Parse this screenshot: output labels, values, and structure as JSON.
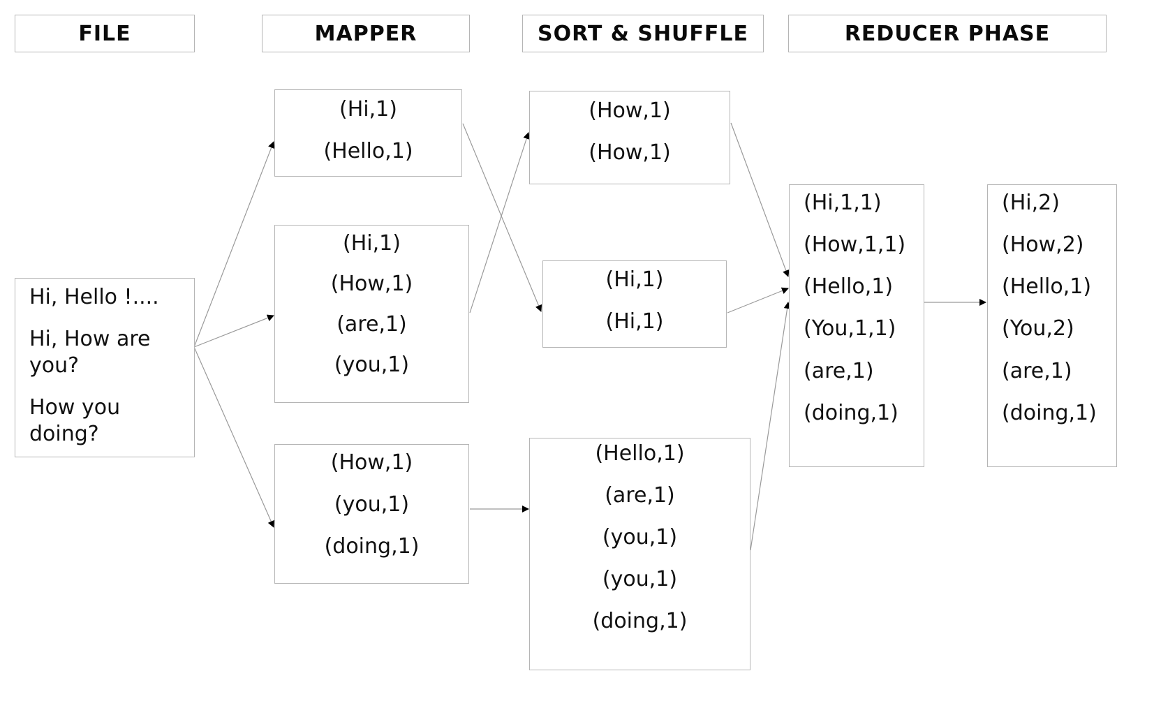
{
  "headers": {
    "file": "FILE",
    "mapper": "MAPPER",
    "sort_shuffle": "SORT & SHUFFLE",
    "reducer": "REDUCER PHASE"
  },
  "file": {
    "line1": "Hi, Hello !....",
    "line2": "Hi, How are you?",
    "line3": "How you doing?"
  },
  "mapper": {
    "box1": [
      "(Hi,1)",
      "(Hello,1)"
    ],
    "box2": [
      "(Hi,1)",
      "(How,1)",
      "(are,1)",
      "(you,1)"
    ],
    "box3": [
      "(How,1)",
      "(you,1)",
      "(doing,1)"
    ]
  },
  "shuffle": {
    "box1": [
      "(How,1)",
      "(How,1)"
    ],
    "box2": [
      "(Hi,1)",
      "(Hi,1)"
    ],
    "box3": [
      "(Hello,1)",
      "(are,1)",
      "(you,1)",
      "(you,1)",
      "(doing,1)"
    ]
  },
  "reducer": {
    "grouped": [
      "(Hi,1,1)",
      "(How,1,1)",
      "(Hello,1)",
      "(You,1,1)",
      "(are,1)",
      "(doing,1)"
    ],
    "final": [
      "(Hi,2)",
      "(How,2)",
      "(Hello,1)",
      "(You,2)",
      "(are,1)",
      "(doing,1)"
    ]
  }
}
